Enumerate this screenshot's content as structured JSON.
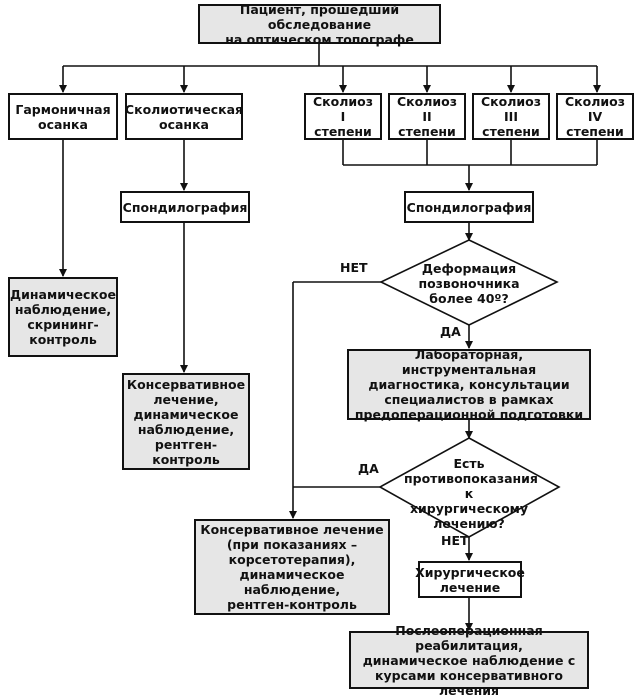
{
  "start": "Пациент, прошедший обследование\nна оптическом топографе",
  "harmonic": "Гармоничная\nосанка",
  "scoliotic": "Сколиотическая\nосанка",
  "scoliosis": [
    "Сколиоз\nI степени",
    "Сколиоз\nII степени",
    "Сколиоз\nIII степени",
    "Сколиоз\nIV степени"
  ],
  "spondylography_left": "Спондилография",
  "spondylography_right": "Спондилография",
  "dynamic_observation": "Динамическое\nнаблюдение,\nскрининг-\nконтроль",
  "conservative_left": "Консервативное\nлечение,\nдинамическое\nнаблюдение,\nрентген-контроль",
  "decision_deformation": "Деформация\nпозвоночника\nболее 40º?",
  "label_no_1": "НЕТ",
  "label_yes_1": "ДА",
  "lab_diagnostics": "Лабораторная, инструментальная\nдиагностика, консультации\nспециалистов в рамках\nпредоперационной подготовки",
  "decision_contra": "Есть\nпротивопоказания\nк хирургическому\nлечению?",
  "label_yes_2": "ДА",
  "label_no_2": "НЕТ",
  "conservative_bottom": "Консервативное лечение\n(при показаниях –\nкорсетотерапия),\nдинамическое наблюдение,\nрентген-контроль",
  "surgical": "Хирургическое\nлечение",
  "rehab": "Послеоперационная реабилитация,\nдинамическое наблюдение с\nкурсами консервативного лечения"
}
